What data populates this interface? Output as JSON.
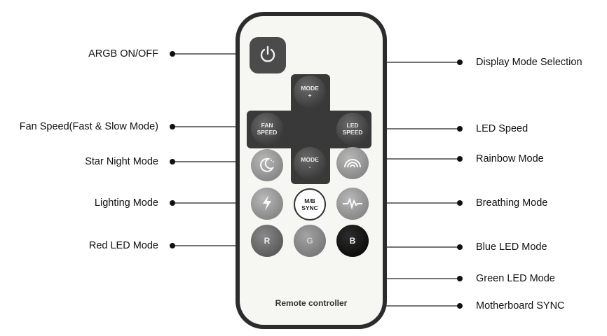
{
  "labels": {
    "argb_on_off": "ARGB ON/OFF",
    "fan_speed": "Fan Speed(Fast & Slow Mode)",
    "star_night": "Star Night Mode",
    "lighting": "Lighting Mode",
    "red_led": "Red LED Mode",
    "display_mode": "Display Mode Selection",
    "led_speed": "LED Speed",
    "rainbow": "Rainbow Mode",
    "breathing": "Breathing Mode",
    "blue_led": "Blue LED Mode",
    "green_led": "Green LED Mode",
    "mb_sync": "Motherboard SYNC"
  },
  "remote": {
    "mode_plus_line1": "MODE",
    "mode_plus_line2": "+",
    "mode_minus_line1": "MODE",
    "mode_minus_line2": "-",
    "fan_speed_line1": "FAN",
    "fan_speed_line2": "SPEED",
    "led_speed_line1": "LED",
    "led_speed_line2": "SPEED",
    "mb_sync_line1": "M/B",
    "mb_sync_line2": "SYNC",
    "red_label": "R",
    "green_label": "G",
    "blue_label": "B",
    "footer": "Remote controller"
  },
  "icons": [
    "power-icon",
    "moon-stars-icon",
    "rainbow-icon",
    "lightning-icon",
    "heartbeat-icon"
  ]
}
